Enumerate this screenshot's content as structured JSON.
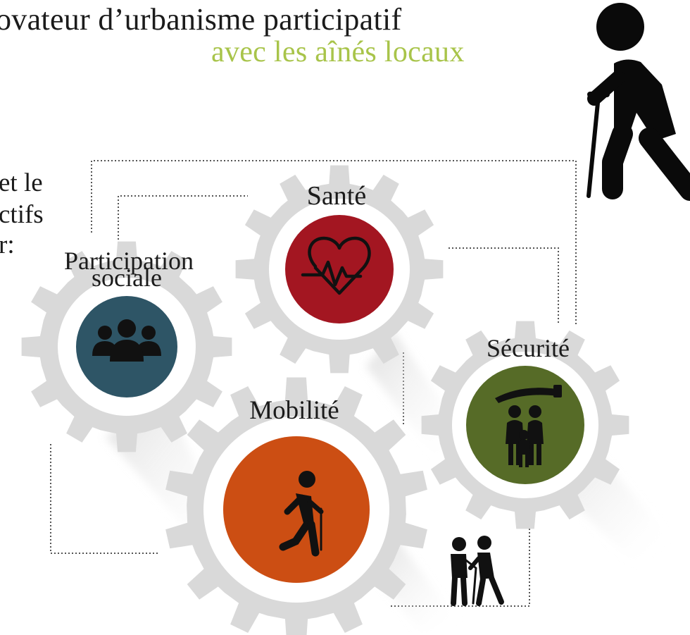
{
  "header": {
    "title_line1": "ovateur d’urbanisme participatif",
    "title_line2": "avec les aînés locaux"
  },
  "side_text": [
    "et le",
    "ctifs",
    "r:"
  ],
  "gears": [
    {
      "label": "Participation",
      "label2": "sociale",
      "icon": "people-group-icon",
      "color": "#2e5566"
    },
    {
      "label": "Santé",
      "icon": "heart-pulse-icon",
      "color": "#a31621"
    },
    {
      "label": "Sécurité",
      "icon": "protected-family-icon",
      "color": "#566b27"
    },
    {
      "label": "Mobilité",
      "icon": "hiker-with-cane-icon",
      "color": "#cc4e13"
    }
  ],
  "colors": {
    "accent_green": "#a8c44a",
    "gear_gray": "#d9d9d9"
  }
}
